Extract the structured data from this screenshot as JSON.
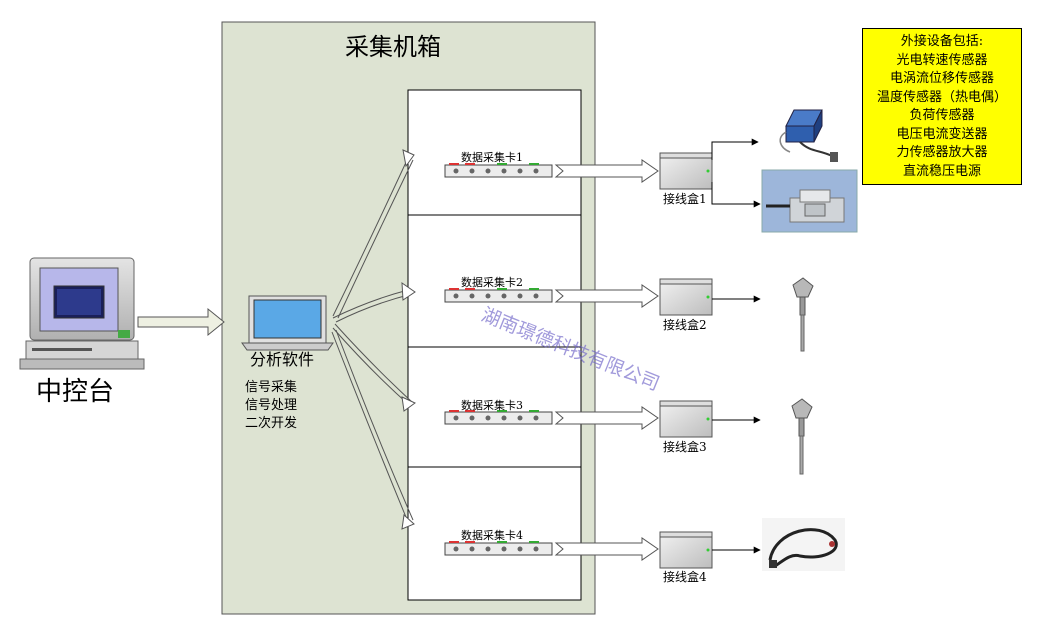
{
  "cabinet": {
    "title": "采集机箱"
  },
  "console": {
    "label": "中控台"
  },
  "software": {
    "title": "分析软件",
    "functions": [
      "信号采集",
      "信号处理",
      "二次开发"
    ]
  },
  "cards": [
    {
      "label": "数据采集卡1"
    },
    {
      "label": "数据采集卡2"
    },
    {
      "label": "数据采集卡3"
    },
    {
      "label": "数据采集卡4"
    }
  ],
  "boxes": [
    {
      "label": "接线盒1"
    },
    {
      "label": "接线盒2"
    },
    {
      "label": "接线盒3"
    },
    {
      "label": "接线盒4"
    }
  ],
  "external": {
    "title": "外接设备包括:",
    "items": [
      "光电转速传感器",
      "电涡流位移传感器",
      "温度传感器（热电偶）",
      "负荷传感器",
      "电压电流变送器",
      "力传感器放大器",
      "直流稳压电源"
    ]
  },
  "watermark": "湖南璟德科技有限公司",
  "colors": {
    "cabinet_fill": "#dde3d2",
    "note_fill": "#ffff00",
    "watermark": "#6e64c8"
  }
}
